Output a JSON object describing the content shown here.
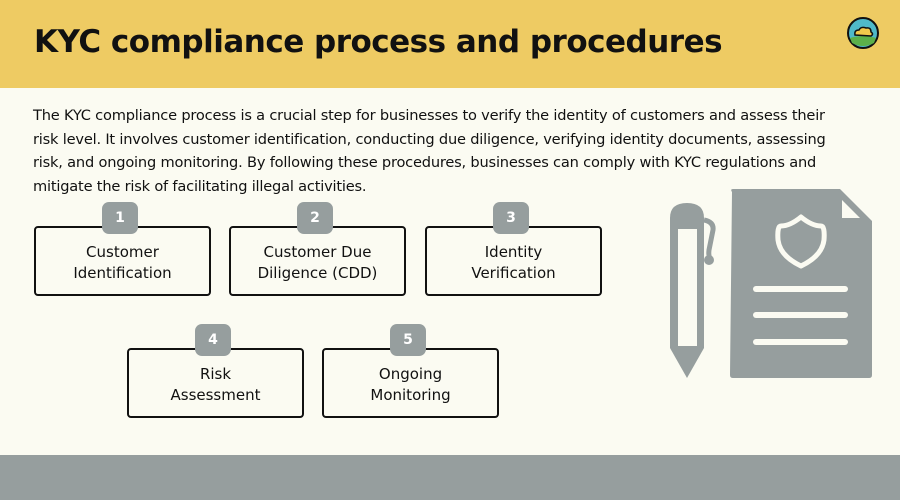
{
  "header": {
    "title": "KYC compliance process and procedures",
    "logo_icon": "cloud-landscape-logo-icon"
  },
  "intro": "The KYC compliance process is a crucial step for businesses to verify the identity of customers and assess their risk level. It involves customer identification, conducting due diligence, verifying identity documents, assessing risk, and ongoing monitoring. By following these procedures, businesses can comply with KYC regulations and mitigate the risk of facilitating illegal activities.",
  "steps": [
    {
      "number": "1",
      "line1": "Customer",
      "line2": "Identification"
    },
    {
      "number": "2",
      "line1": "Customer Due",
      "line2": "Diligence (CDD)"
    },
    {
      "number": "3",
      "line1": "Identity",
      "line2": "Verification"
    },
    {
      "number": "4",
      "line1": "Risk",
      "line2": "Assessment"
    },
    {
      "number": "5",
      "line1": "Ongoing",
      "line2": "Monitoring"
    }
  ],
  "colors": {
    "header": "#eecb63",
    "badge": "#969e9e",
    "background": "#fbfbf2"
  }
}
